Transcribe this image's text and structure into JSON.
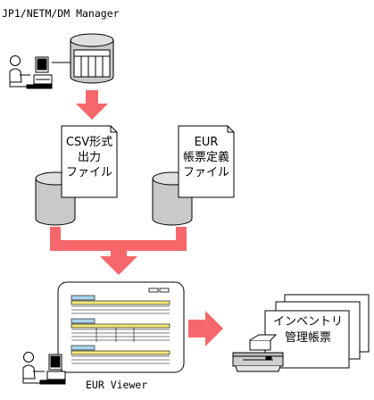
{
  "manager_label": "JP1/NETM/DM Manager",
  "csv_doc": {
    "lines": [
      "CSV形式",
      "出力",
      "ファイル"
    ]
  },
  "eur_doc": {
    "lines": [
      "EUR",
      "帳票定義",
      "ファイル"
    ]
  },
  "viewer_label": "EUR Viewer",
  "report_doc": {
    "lines": [
      "インベントリ",
      "管理帳票"
    ]
  },
  "colors": {
    "arrow": "#f5676b",
    "report_row": "#f5e97a",
    "report_tag": "#a9d4ea"
  }
}
